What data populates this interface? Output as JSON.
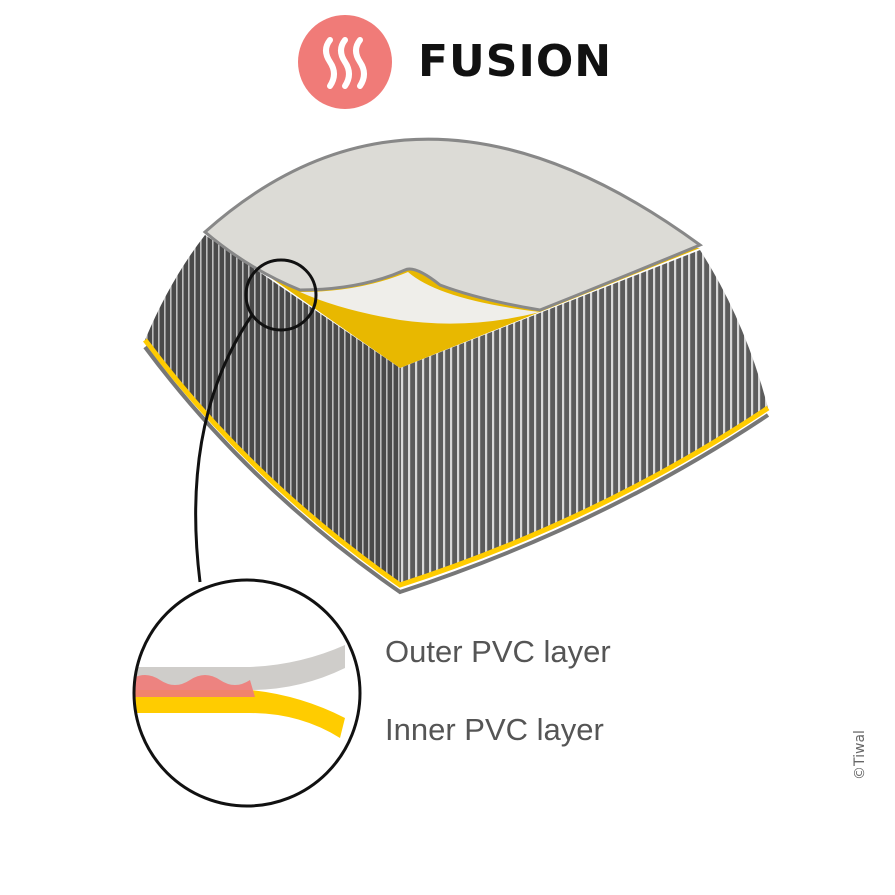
{
  "brand": {
    "name": "FUSION",
    "icon": "heat-waves-icon",
    "color": "#f07b78"
  },
  "labels": {
    "outer": "Outer PVC layer",
    "inner": "Inner PVC layer"
  },
  "credit": "©Tiwal",
  "colors": {
    "outer_layer": "#cfcdca",
    "inner_layer": "#ffcc00",
    "fusion": "#f07b78",
    "core": "#6a6a6a"
  }
}
